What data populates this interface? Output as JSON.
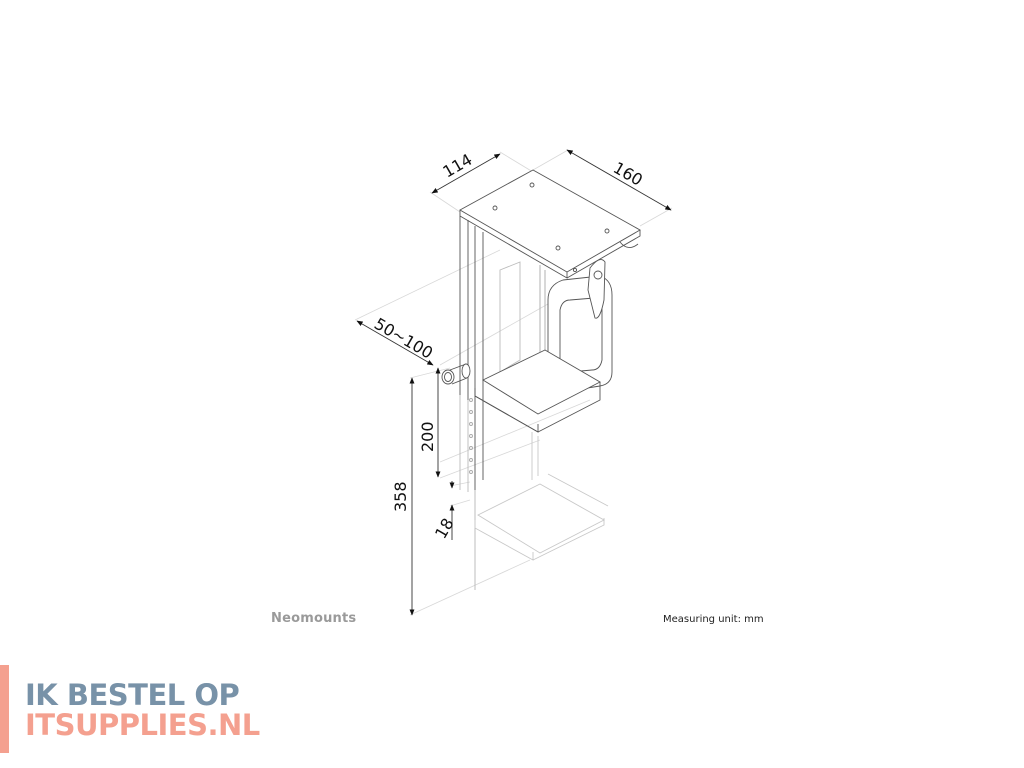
{
  "diagram": {
    "type": "technical-dimension-drawing",
    "subject": "under-desk PC holder",
    "dimensions": {
      "top_depth": "114",
      "top_width": "160",
      "adjust_width": "50~100",
      "height_top_section": "200",
      "total_height": "358",
      "bottom_lip": "18"
    }
  },
  "footer": {
    "brand": "Neomounts",
    "unit_label": "Measuring unit: mm"
  },
  "watermark": {
    "line1": "IK BESTEL OP",
    "line2": "ITSUPPLIES.NL",
    "color_primary": "#7892a8",
    "color_accent": "#f4a08f"
  },
  "colors": {
    "line": "#555555",
    "light_line": "#cfcfcf",
    "dimension": "#222222"
  }
}
